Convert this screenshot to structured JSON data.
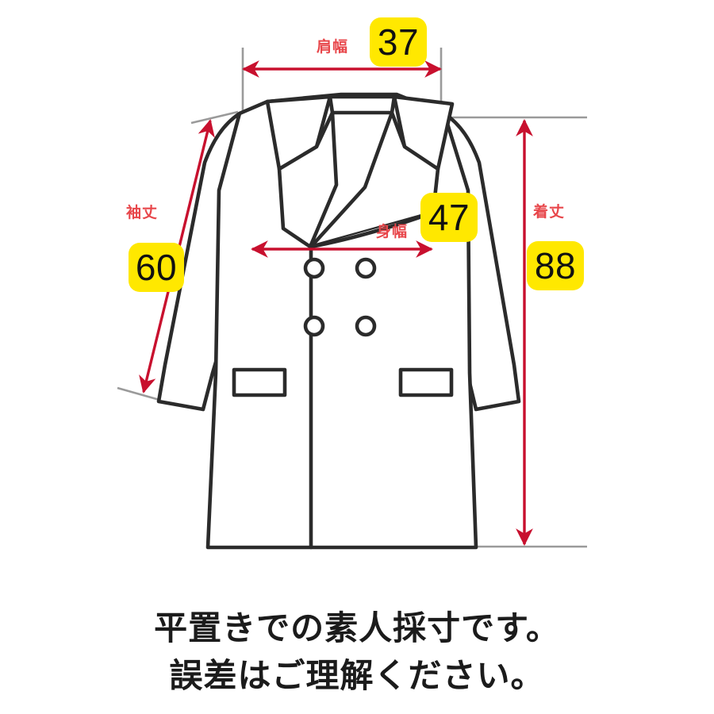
{
  "page": {
    "kind": "garment-measurement-diagram",
    "garment": "double-breasted coat",
    "background_color": "#ffffff"
  },
  "colors": {
    "badge_fill": "#FFE800",
    "badge_text": "#111111",
    "label_red": "#E8474B",
    "arrow_red": "#C8102E",
    "outline_black": "#2B2B2B",
    "guide_gray": "#9A9A9A",
    "caption_text": "#1b1b1b"
  },
  "measurements": [
    {
      "id": "shoulder",
      "label": "肩幅",
      "value": "37",
      "orientation": "horizontal",
      "arrow": "double-headed"
    },
    {
      "id": "sleeve",
      "label": "袖丈",
      "value": "60",
      "orientation": "diagonal",
      "arrow": "double-headed"
    },
    {
      "id": "bodywidth",
      "label": "身幅",
      "value": "47",
      "orientation": "horizontal",
      "arrow": "double-headed"
    },
    {
      "id": "length",
      "label": "着丈",
      "value": "88",
      "orientation": "vertical",
      "arrow": "double-headed"
    }
  ],
  "caption": {
    "line1": "平置きでの素人採寸です。",
    "line2": "誤差はご理解ください。"
  },
  "illustration": {
    "parts": [
      "collar",
      "left-lapel",
      "right-lapel",
      "left-sleeve",
      "right-sleeve",
      "body",
      "center-front-placket",
      "button-top-left",
      "button-top-right",
      "button-bottom-left",
      "button-bottom-right",
      "left-pocket-flap",
      "right-pocket-flap"
    ],
    "button_count": "4",
    "pocket_count": "2"
  }
}
